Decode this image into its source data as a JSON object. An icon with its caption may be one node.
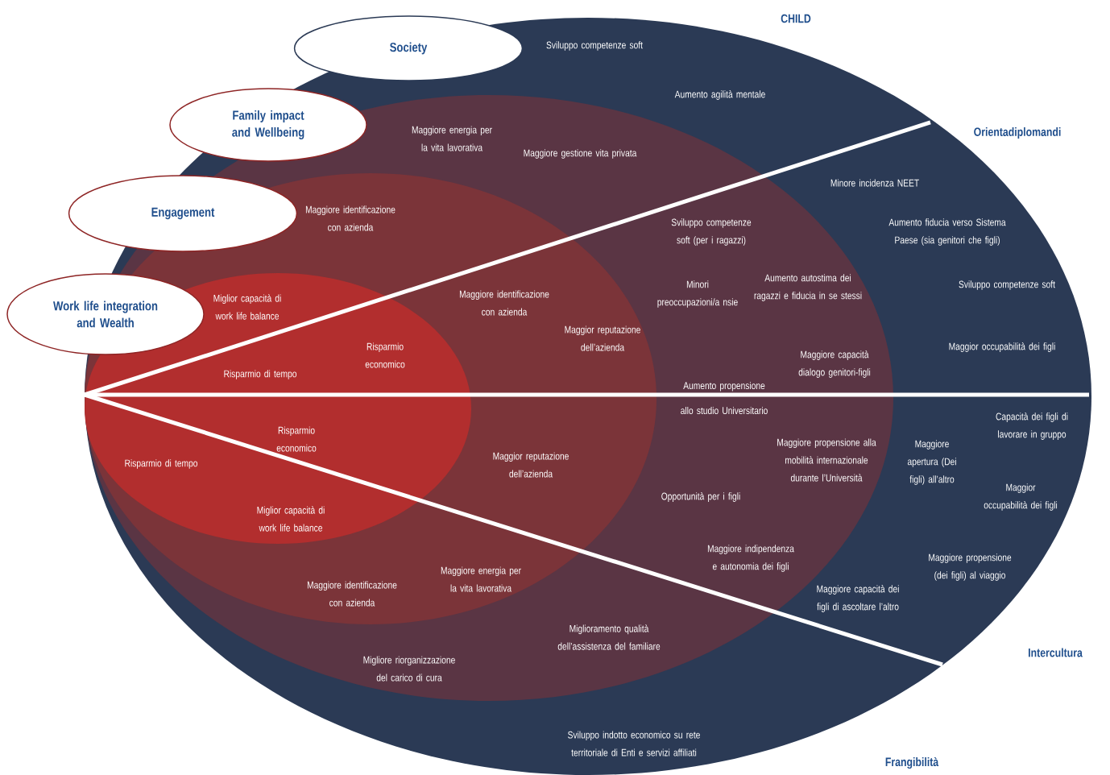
{
  "diagram": {
    "nodes": [
      {
        "text": [
          "Society"
        ]
      },
      {
        "text": [
          "Family impact and Wellbeing"
        ]
      },
      {
        "text": [
          "Engagement"
        ]
      },
      {
        "text": [
          "Work life integration and Wealth"
        ]
      }
    ],
    "labels": [
      "CHILD",
      "Sviluppo competenze soft",
      "Aumento agilità mentale",
      "Orientadiplomandi",
      "Maggiore energia per la vita lavorativa",
      "Maggiore gestione vita privata",
      "Minore incidenza NEET",
      "Maggiore identificazione con azienda",
      "Sviluppo competenze soft (per i ragazzi)",
      "Aumento fiducia verso Sistema Paese (sia genitori che figli)",
      "Sviluppo competenze soft",
      "Aumento autostima dei ragazzi e fiducia in se stessi",
      "Minori preoccupazioni/a nsie",
      "Maggiore identificazione con azienda",
      "Miglior capacità di work life balance",
      "Maggior reputazione dell’azienda",
      "Maggior occupabilità dei figli",
      "Risparmio economico",
      "Maggiore capacità dialogo genitori-figli",
      "Risparmio di tempo",
      "Aumento propensione allo studio Universitario",
      "Capacità dei figli di lavorare in gruppo",
      "Risparmio economico",
      "Maggiore propensione alla mobilità internazionale durante l’Università",
      "Maggiore apertura (Dei figli) all’altro",
      "Risparmio di tempo",
      "Maggior reputazione dell’azienda",
      "Opportunità per i figli",
      "Maggior occupabilità dei figli",
      "Miglior capacità di work life balance",
      "Maggiore indipendenza e autonomia dei figli",
      "Maggiore propensione (dei figli) al viaggio",
      "Maggiore energia per la vita lavorativa",
      "Maggiore identificazione con azienda",
      "Maggiore capacità dei figli di ascoltare l’altro",
      "Miglioramento qualità dell’assistenza del familiare",
      "Intercultura",
      "Migliore riorganizzazione del carico di cura",
      "Sviluppo indotto economico su rete territoriale di Enti e servizi affiliati",
      "Frangibilità"
    ]
  }
}
